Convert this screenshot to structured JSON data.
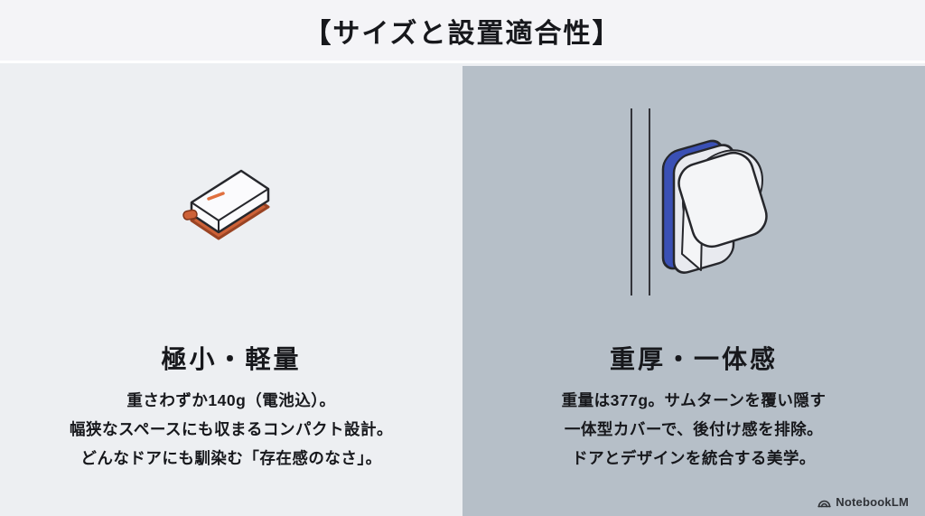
{
  "title": "【サイズと設置適合性】",
  "left_panel": {
    "illustration": "compact-smart-lock-device",
    "heading": "極小・軽量",
    "lines": [
      "重さわずか140g（電池込）。",
      "幅狭なスペースにも収まるコンパクト設計。",
      "どんなドアにも馴染む「存在感のなさ」。"
    ]
  },
  "right_panel": {
    "illustration": "door-mounted-bulky-smart-lock",
    "heading": "重厚・一体感",
    "lines": [
      "重量は377g。サムターンを覆い隠す",
      "一体型カバーで、後付け感を排除。",
      "ドアとデザインを統合する美学。"
    ]
  },
  "watermark": {
    "label": "NotebookLM",
    "icon": "notebooklm-logo-icon"
  },
  "colors": {
    "header_bg": "#f4f4f7",
    "panel_left": "#edeff2",
    "panel_right": "#b6bfc8",
    "text": "#17181c",
    "outline": "#26272c",
    "accent_orange": "#cd6137",
    "accent_orange_light": "#e0703f",
    "accent_blue": "#3a50b5",
    "knob_fill": "#f4f5f7",
    "plate_fill": "#e8eaef",
    "watermark": "#2f3237"
  }
}
